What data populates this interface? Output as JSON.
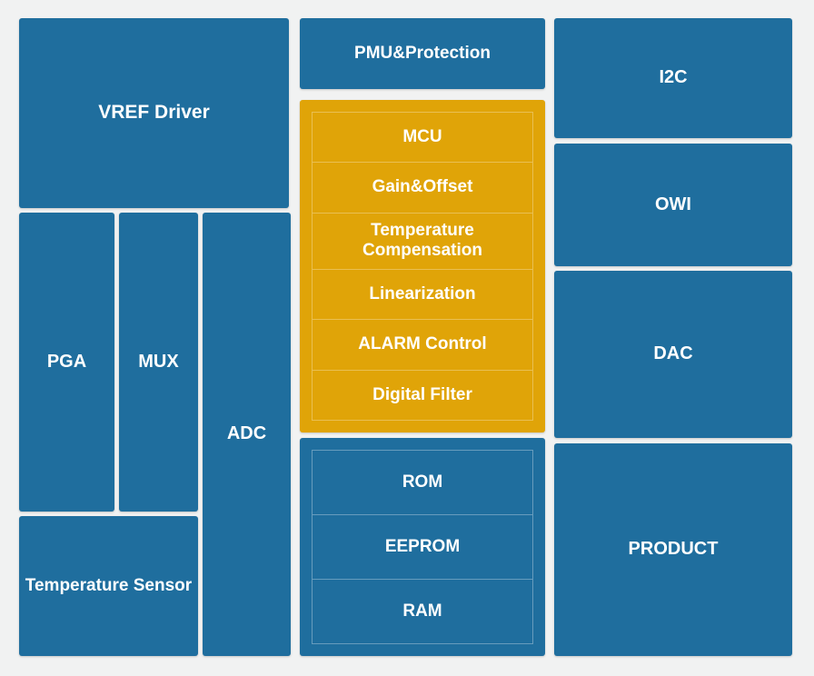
{
  "colors": {
    "background": "#f1f2f2",
    "block_blue": "#1f6e9e",
    "block_orange": "#e0a408",
    "label_text": "#ffffff"
  },
  "left_column": {
    "vref_driver": "VREF Driver",
    "pga": "PGA",
    "mux": "MUX",
    "adc": "ADC",
    "temperature_sensor": "Temperature Sensor"
  },
  "center_column": {
    "pmu": "PMU&Protection",
    "core_blocks": [
      "MCU",
      "Gain&Offset",
      "Temperature Compensation",
      "Linearization",
      "ALARM Control",
      "Digital Filter"
    ],
    "memory_blocks": [
      "ROM",
      "EEPROM",
      "RAM"
    ]
  },
  "right_column": {
    "i2c": "I2C",
    "owi": "OWI",
    "dac": "DAC",
    "product": "PRODUCT"
  }
}
